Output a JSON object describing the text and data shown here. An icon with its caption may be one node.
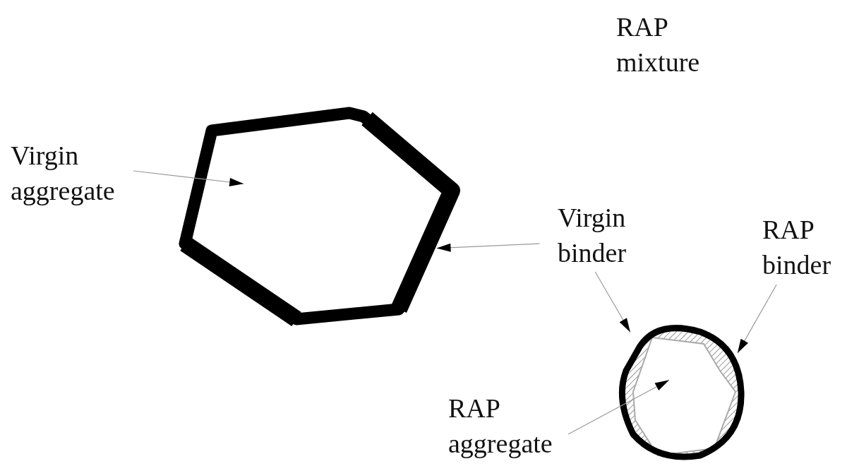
{
  "diagram": {
    "nodes": [
      {
        "text": [
          "Virgin aggregate"
        ]
      },
      {
        "text": [],
        "shape": "picture"
      },
      {
        "text": [
          "Virgin binder"
        ]
      },
      {
        "text": [
          "RAP binder"
        ]
      },
      {
        "text": [],
        "shape": "picture"
      },
      {
        "text": [
          "RAP aggregate"
        ]
      }
    ],
    "edges": [
      {
        "from": 0,
        "to": 1,
        "arrow": "to"
      },
      {
        "from": 2,
        "to": 1,
        "arrow": "to"
      },
      {
        "from": 2,
        "to": 4,
        "arrow": "to"
      },
      {
        "from": 3,
        "to": 4,
        "arrow": "to"
      },
      {
        "from": 5,
        "to": 4,
        "arrow": "to"
      }
    ],
    "labels": [
      "RAP mixture"
    ]
  }
}
